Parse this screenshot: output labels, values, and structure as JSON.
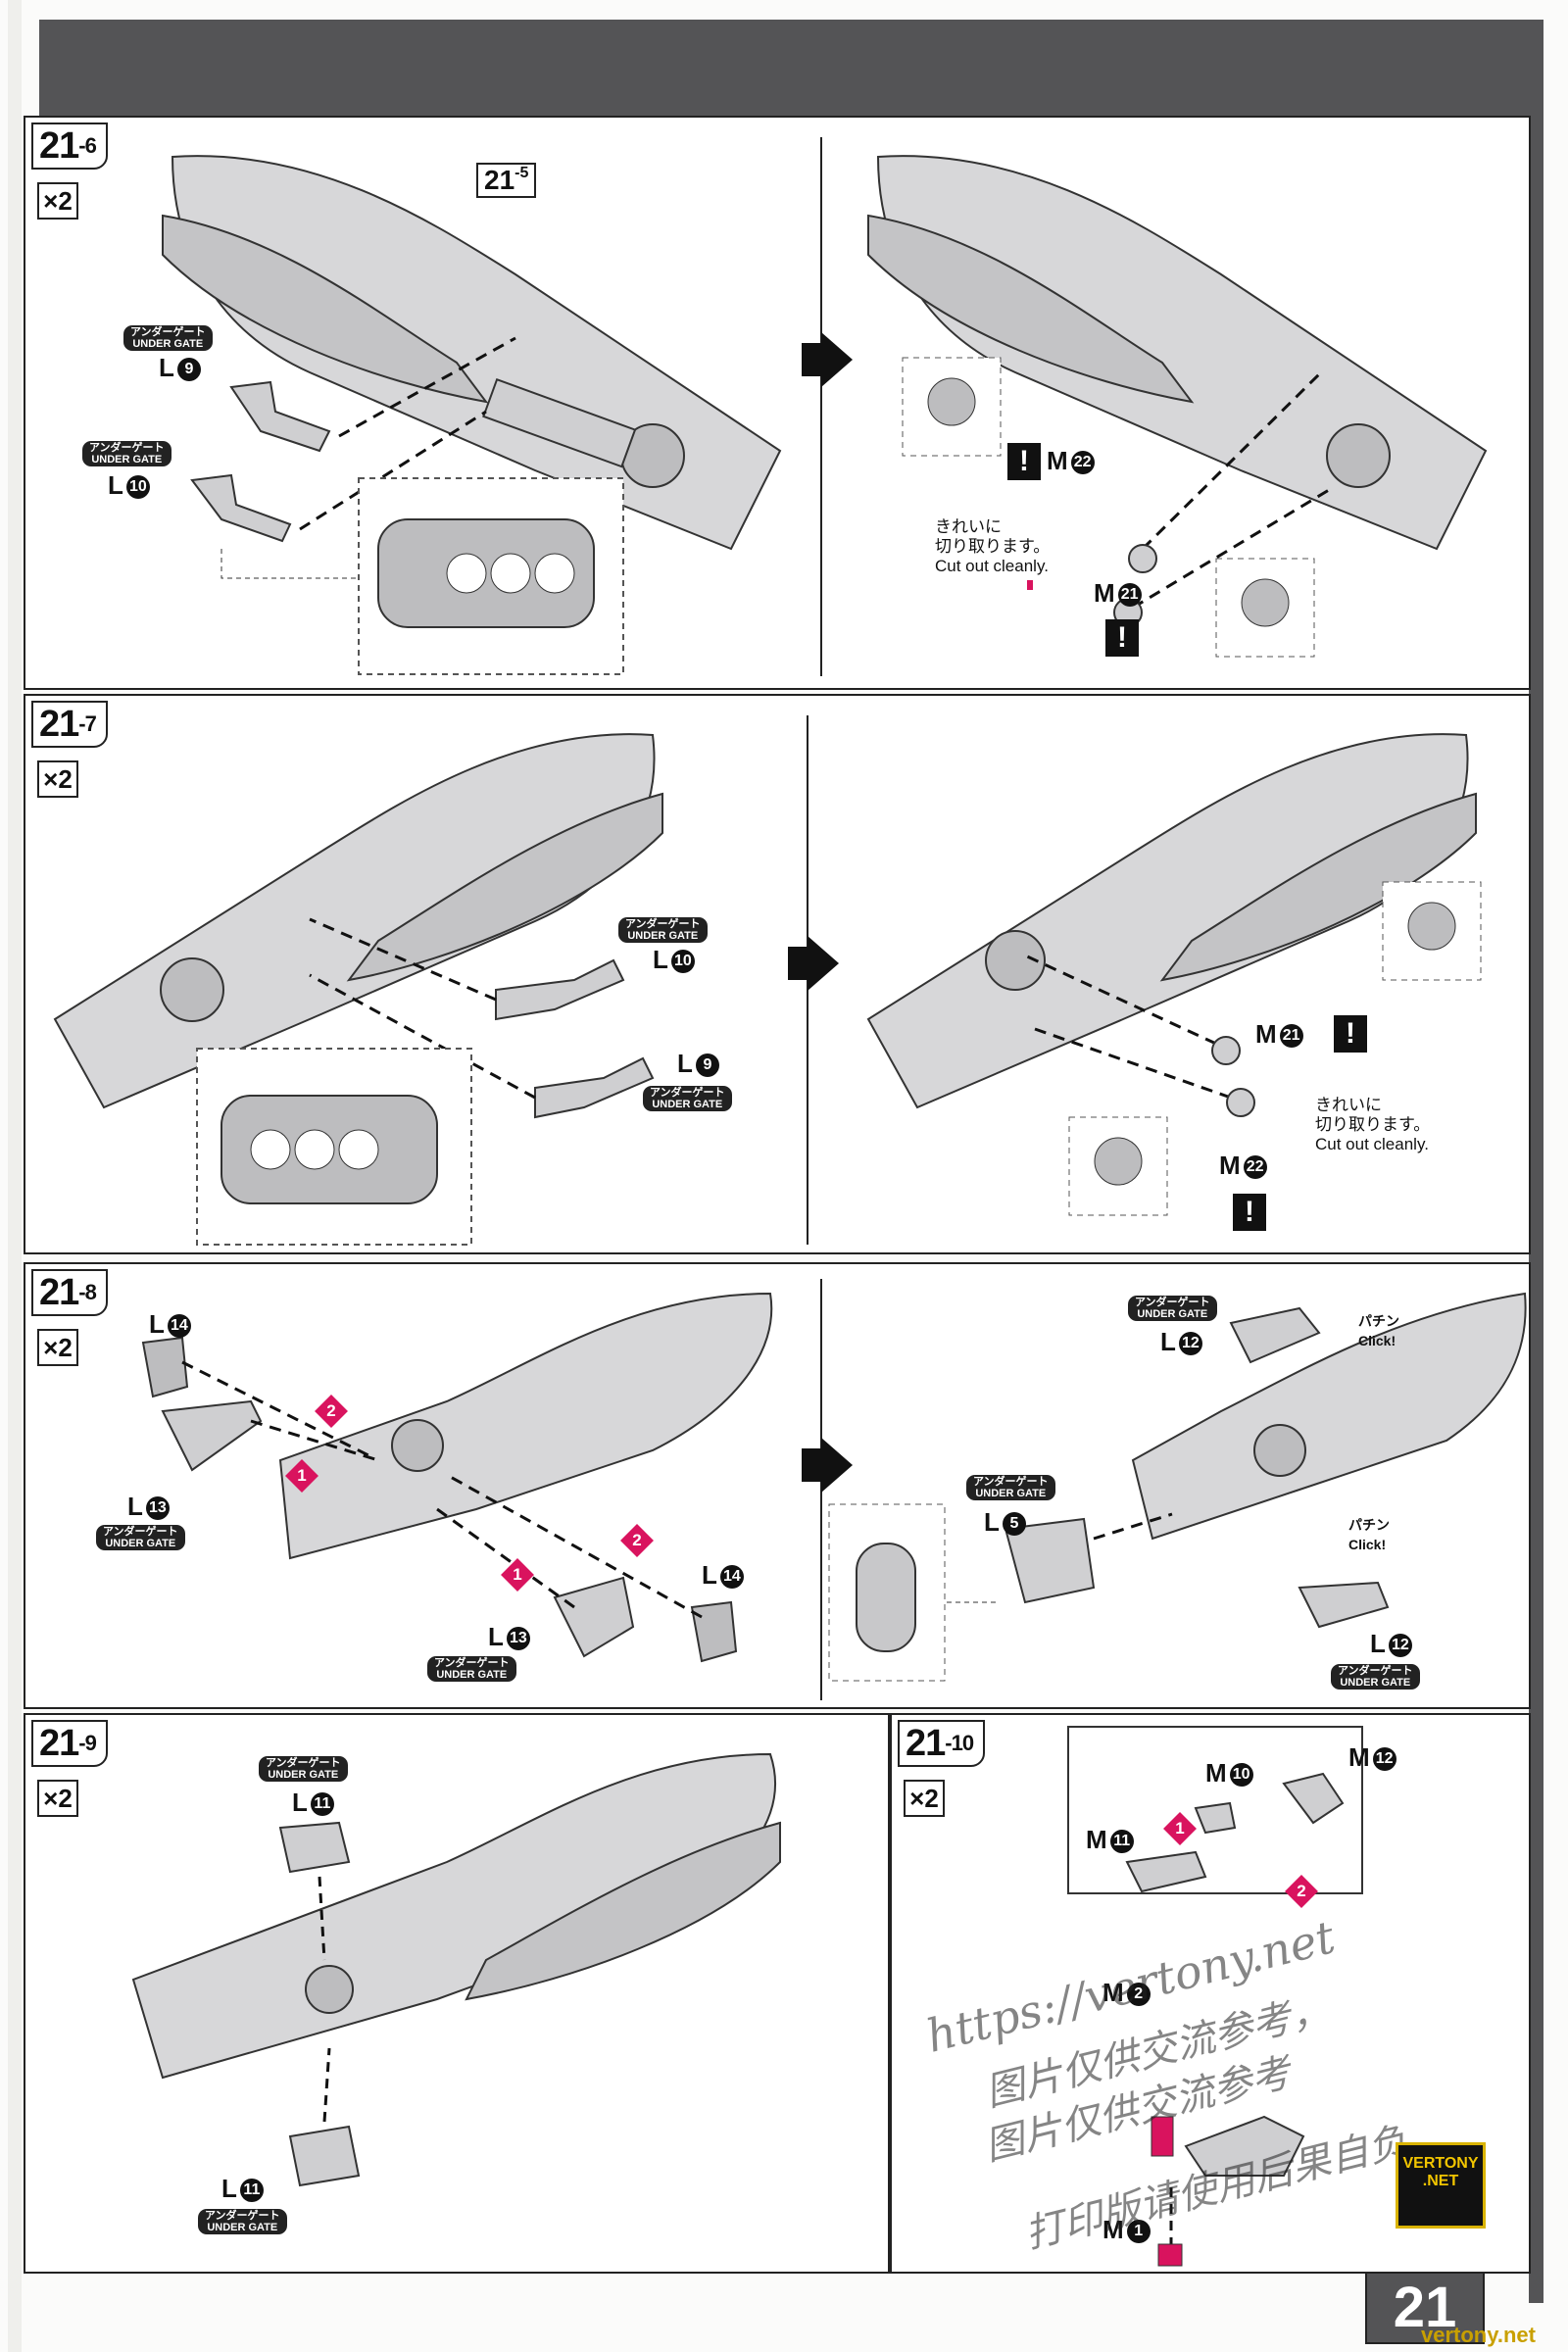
{
  "page": {
    "number": "21"
  },
  "gate_text": {
    "jp": "アンダーゲート",
    "en": "UNDER GATE"
  },
  "note": {
    "jp_line1": "きれいに",
    "jp_line2": "切り取ります。",
    "en": "Cut out cleanly."
  },
  "click_text": {
    "jp": "パチン",
    "en": "Click!"
  },
  "steps": {
    "s6": {
      "main": "21",
      "sub": "-6",
      "qty": "×2",
      "ref_main": "21",
      "ref_sub": "-5",
      "parts": [
        "L",
        "9",
        "10",
        "M",
        "22",
        "21"
      ]
    },
    "s7": {
      "main": "21",
      "sub": "-7",
      "qty": "×2"
    },
    "s8": {
      "main": "21",
      "sub": "-8",
      "qty": "×2",
      "order1": "1",
      "order2": "2",
      "parts": {
        "l14": "14",
        "l13": "13",
        "l12": "12",
        "l5": "5"
      }
    },
    "s9": {
      "main": "21",
      "sub": "-9",
      "qty": "×2",
      "part": "11"
    },
    "s10": {
      "main": "21",
      "sub": "-10",
      "qty": "×2",
      "parts": {
        "m10": "10",
        "m12": "12",
        "m11": "11",
        "m2": "2",
        "m1": "1"
      }
    }
  },
  "watermark": {
    "line1": "https://vertony.net",
    "line2": "图片仅供交流参考，",
    "line3": "图片仅供交流参考",
    "line4": "打印版请使用后果自负"
  },
  "brand": {
    "line1": "VERTONY",
    "line2": ".NET"
  },
  "footer_url": "vertony.net"
}
